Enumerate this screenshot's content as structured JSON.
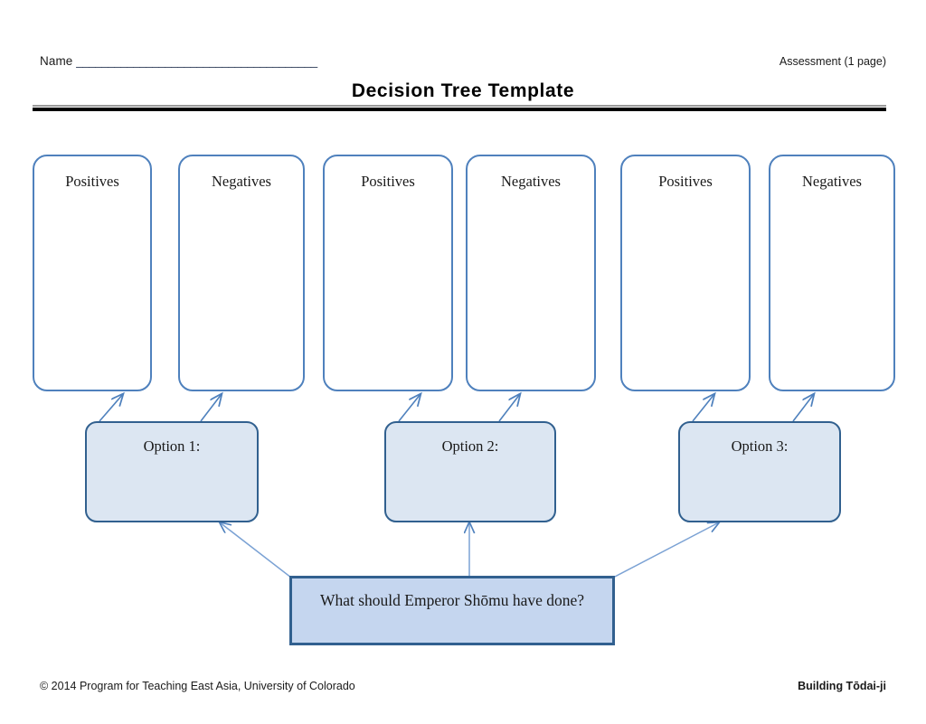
{
  "header": {
    "name_label": "Name",
    "name_rule": "______________________________________",
    "assessment": "Assessment (1 page)",
    "title": "Decision Tree Template"
  },
  "colors": {
    "pro_con_border": "#4f81bd",
    "option_border": "#31608f",
    "option_fill": "#dce6f2",
    "question_border": "#31608f",
    "question_fill": "#c5d6ef",
    "connector": "#4f81bd",
    "rule_thin": "#9a9a9a",
    "rule_thick": "#000000"
  },
  "diagram": {
    "root": {
      "label": "What should Emperor Shōmu have done?"
    },
    "branches": [
      {
        "option_label": "Option 1:",
        "positives_label": "Positives",
        "negatives_label": "Negatives"
      },
      {
        "option_label": "Option 2:",
        "positives_label": "Positives",
        "negatives_label": "Negatives"
      },
      {
        "option_label": "Option 3:",
        "positives_label": "Positives",
        "negatives_label": "Negatives"
      }
    ]
  },
  "footer": {
    "copyright": "© 2014 Program for Teaching East Asia, University of Colorado",
    "unit_title": "Building Tōdai-ji"
  }
}
